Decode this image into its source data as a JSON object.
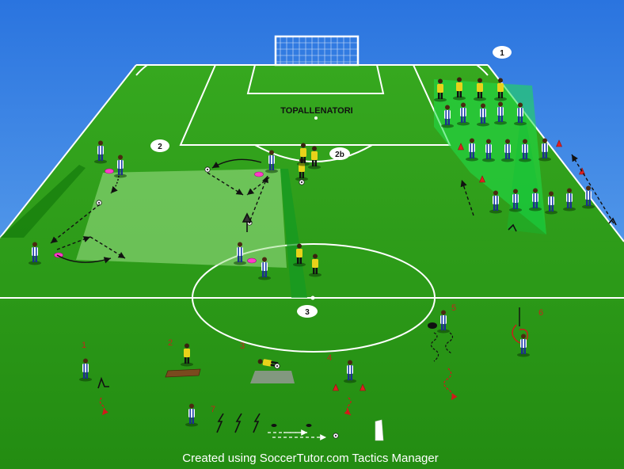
{
  "brand": {
    "pitch_text": "TOPALLENATORI"
  },
  "footer": {
    "credit": "Created using SoccerTutor.com Tactics Manager"
  },
  "zones": [
    {
      "id": "1",
      "label": "1"
    },
    {
      "id": "2",
      "label": "2"
    },
    {
      "id": "2b",
      "label": "2b"
    },
    {
      "id": "3",
      "label": "3"
    }
  ],
  "stations": [
    {
      "id": "1",
      "label": "1"
    },
    {
      "id": "2",
      "label": "2"
    },
    {
      "id": "3",
      "label": "3"
    },
    {
      "id": "4",
      "label": "4"
    },
    {
      "id": "5",
      "label": "5"
    },
    {
      "id": "6",
      "label": "6"
    },
    {
      "id": "7",
      "label": "7"
    }
  ],
  "colors": {
    "sky_top": "#2f7be4",
    "sky_bottom": "#6fb1f0",
    "pitch": "#2d9d1a",
    "pitch_stripe": "#34a820",
    "lines": "#ffffff",
    "training_area": "#8fd07a",
    "green_cone_zone": "#1fe04a",
    "player_shirt": "#ffffff",
    "player_stripe": "#1c3fa8",
    "keeper_shirt": "#e8d21a",
    "cone_red": "#e02020",
    "mannequin_magenta": "#ff3cc8",
    "station_number": "#c0281a"
  }
}
